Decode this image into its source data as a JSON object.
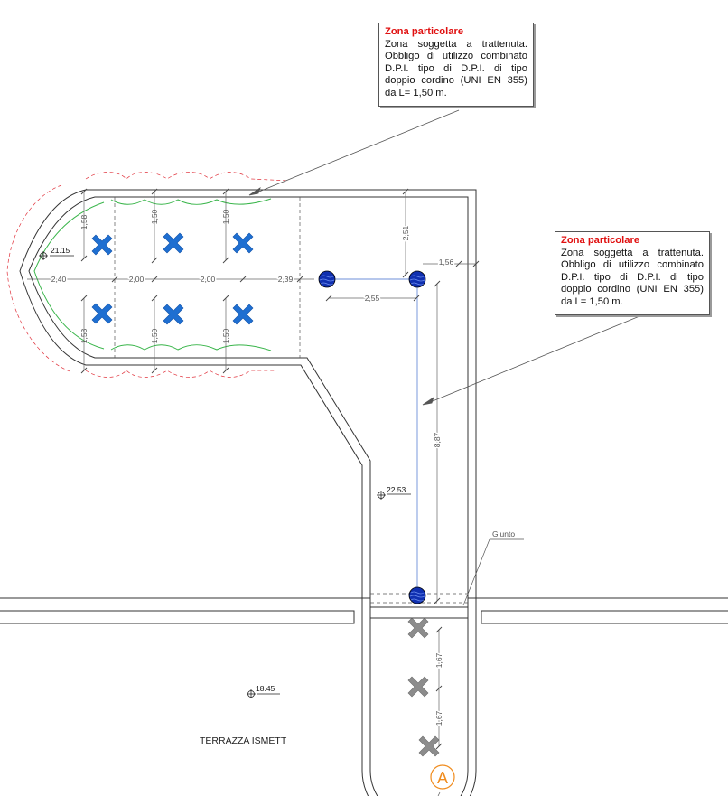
{
  "callouts": [
    {
      "title": "Zona particolare",
      "text": "Zona soggetta a trattenuta. Obbligo di utilizzo combinato D.P.I. tipo di D.P.I. di tipo doppio cordino (UNI EN 355) da L= 1,50 m."
    },
    {
      "title": "Zona particolare",
      "text": "Zona soggetta a trattenuta. Obbligo di utilizzo combinato D.P.I. tipo di D.P.I. di tipo doppio cordino (UNI EN 355) da L= 1,50 m."
    }
  ],
  "dimensions": {
    "d_158_top": "1,58",
    "d_150_top_a": "1,50",
    "d_150_top_b": "1,50",
    "d_158_bot": "1,58",
    "d_150_bot_a": "1,50",
    "d_150_bot_b": "1,50",
    "d_240": "2,40",
    "d_200_a": "2,00",
    "d_200_b": "2,00",
    "d_239": "2,39",
    "d_251": "2,51",
    "d_156": "1,56",
    "d_255": "2,55",
    "d_887": "8,87",
    "d_167_a": "1,67",
    "d_167_b": "1,67"
  },
  "levels": {
    "l1": "21.15",
    "l2": "22.53",
    "l3": "18.45"
  },
  "labels": {
    "giunto": "Giunto",
    "terrace": "TERRAZZA ISMETT",
    "section_mark": "A"
  },
  "colors": {
    "anchor_blue": "#1f6fd1",
    "anchor_grey": "#8c8c8c",
    "point_blue": "#1030b0",
    "guard_green": "#39b54a",
    "boundary_red": "#e0303a",
    "callout_title": "#e01010",
    "section_orange": "#f08c1e"
  }
}
